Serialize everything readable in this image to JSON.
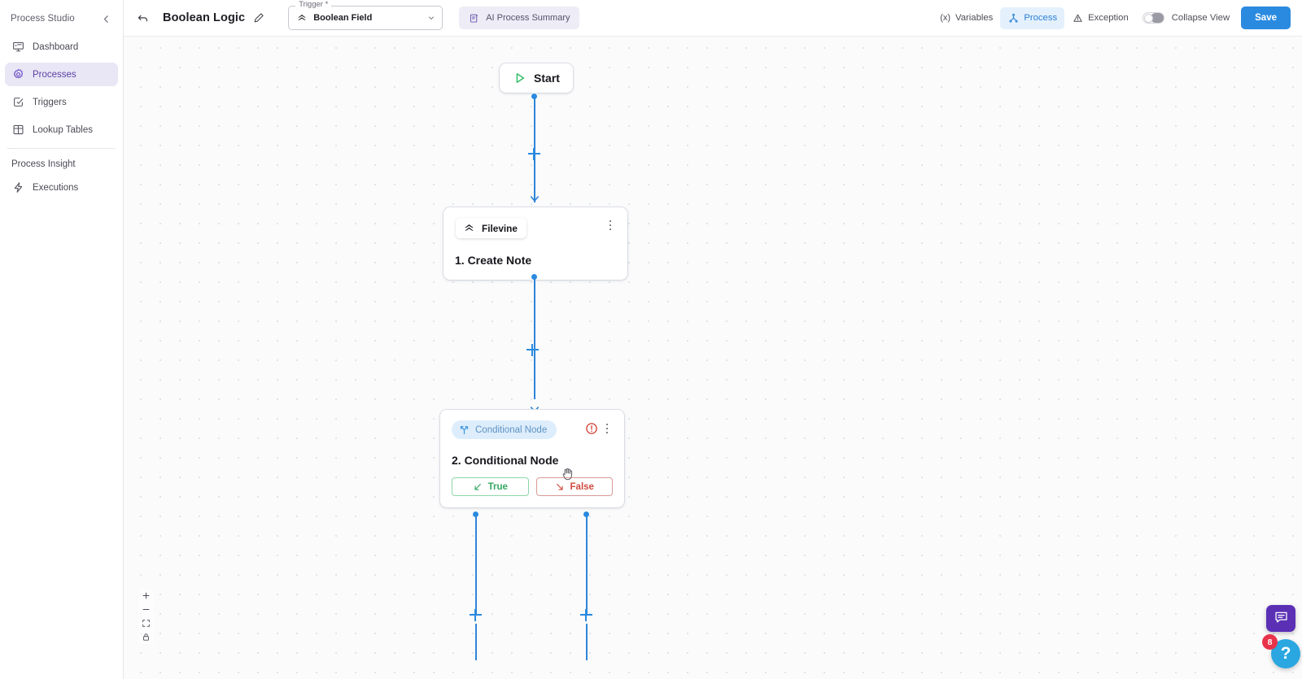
{
  "sidebar": {
    "title": "Process Studio",
    "collapse_icon": "chevron-left-icon",
    "items": [
      {
        "label": "Dashboard",
        "icon": "dashboard-monitor-icon",
        "active": false
      },
      {
        "label": "Processes",
        "icon": "processes-gear-icon",
        "active": true
      },
      {
        "label": "Triggers",
        "icon": "triggers-check-square-icon",
        "active": false
      },
      {
        "label": "Lookup Tables",
        "icon": "lookup-table-grid-icon",
        "active": false
      }
    ],
    "group_label": "Process Insight",
    "insight_items": [
      {
        "label": "Executions",
        "icon": "lightning-bolt-icon",
        "active": false
      }
    ]
  },
  "header": {
    "back_icon": "back-arrow-icon",
    "title": "Boolean Logic",
    "edit_icon": "pencil-edit-icon",
    "trigger": {
      "label": "Trigger *",
      "value": "Boolean Field",
      "icon": "filevine-chevron-icon",
      "caret_icon": "chevron-down-icon"
    },
    "ai_summary": {
      "label": "AI Process Summary",
      "icon": "ai-document-icon"
    },
    "variables": {
      "label": "Variables",
      "icon": "(x)"
    },
    "process_tab": {
      "label": "Process",
      "icon": "process-branch-icon",
      "active": true
    },
    "exception_tab": {
      "label": "Exception",
      "icon": "warning-triangle-icon",
      "active": false
    },
    "collapse_view": {
      "label": "Collapse View",
      "enabled": false
    },
    "save": {
      "label": "Save"
    }
  },
  "canvas": {
    "nodes": [
      {
        "id": "start",
        "type": "start",
        "label": "Start",
        "icon": "play-triangle-icon"
      },
      {
        "id": "create-note",
        "type": "action",
        "badge": "Filevine",
        "badge_icon": "filevine-chevron-icon",
        "title": "1. Create Note",
        "menu_icon": "three-dots-vertical-icon"
      },
      {
        "id": "conditional",
        "type": "conditional",
        "badge": "Conditional Node",
        "badge_icon": "branch-fork-icon",
        "title": "2. Conditional Node",
        "warning_icon": "error-exclamation-circle-icon",
        "menu_icon": "three-dots-vertical-icon",
        "branches": [
          {
            "label": "True",
            "icon": "arrow-down-left-icon",
            "color": "#35a862"
          },
          {
            "label": "False",
            "icon": "arrow-down-right-icon",
            "color": "#cf4a3f"
          }
        ]
      }
    ],
    "add_button_icon": "plus-icon",
    "connector_color": "#2a8ae0"
  },
  "zoom_controls": {
    "zoom_in": "plus-icon",
    "zoom_out": "minus-icon",
    "fit_view": "fit-view-icon",
    "lock": "lock-icon"
  },
  "widgets": {
    "chat": {
      "icon": "chat-bubble-icon",
      "color": "#5b30b5"
    },
    "help": {
      "icon": "question-mark-icon",
      "badge_count": "8",
      "color": "#2aa7e0"
    }
  }
}
